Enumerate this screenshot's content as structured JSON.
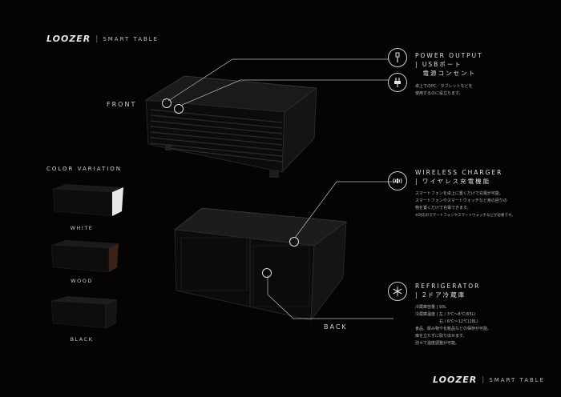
{
  "brand": {
    "mark": "LOOZER",
    "separator": "|",
    "product": "SMART TABLE"
  },
  "views": {
    "front": "FRONT",
    "back": "BACK"
  },
  "color_variation": {
    "title": "COLOR VARIATION",
    "items": [
      "WHITE",
      "WOOD",
      "BLACK"
    ]
  },
  "features": {
    "power": {
      "title1": "POWER OUTPUT",
      "title2": "| USBポート",
      "title3": "　電源コンセント",
      "body": [
        "卓上でのPC／タブレットなどを",
        "使用するのに役立ちます。"
      ]
    },
    "wireless": {
      "title1": "WIRELESS CHARGER",
      "title2": "| ワイヤレス充電機能",
      "body": [
        "スマートフォンを卓上に置くだけで充電が可能。",
        "スマートフォンやスマートウォッチなど身の回りの",
        "物を置くだけで充電できます。",
        "※対応のスマートフォンやスマートウォッチなどが必要です。"
      ]
    },
    "fridge": {
      "title1": "REFRIGERATOR",
      "title2": "| 2ドア冷蔵庫",
      "body": [
        "冷蔵庫容量 | 93L",
        "冷蔵庫温度 | 左 / 3℃〜8℃(65L)",
        "　　　　　　右 / 6℃〜12℃(28L)",
        "食品、飲み物や化粧品などの保存が可能。",
        "扉を立たずに取り出せます。",
        "別々で温度調整が可能。"
      ]
    }
  },
  "colors": {
    "background": "#050304",
    "accent": "#d8d8d8"
  }
}
